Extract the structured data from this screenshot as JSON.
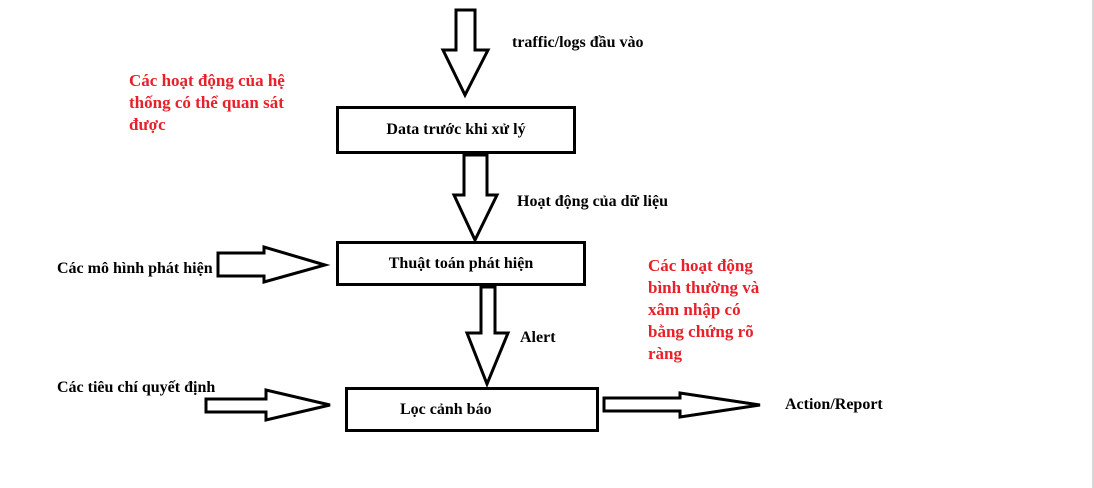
{
  "nodes": {
    "preprocess": "Data trước khi xử lý",
    "detect": "Thuật toán phát hiện",
    "filter": "Lọc cảnh báo"
  },
  "edges": {
    "input": "traffic/logs đầu vào",
    "data_activity": "Hoạt động của dữ liệu",
    "alert": "Alert",
    "output": "Action/Report"
  },
  "side_inputs": {
    "models": "Các mô hình phát hiện",
    "criteria": "Các tiêu chí quyết định"
  },
  "annotations": {
    "observable": "Các hoạt động của hệ thống có thể quan sát được",
    "normal_intrusion": "Các hoạt động bình thường và xâm nhập có bằng chứng rõ ràng"
  },
  "colors": {
    "annotation": "#e8202a",
    "line": "#000000"
  }
}
